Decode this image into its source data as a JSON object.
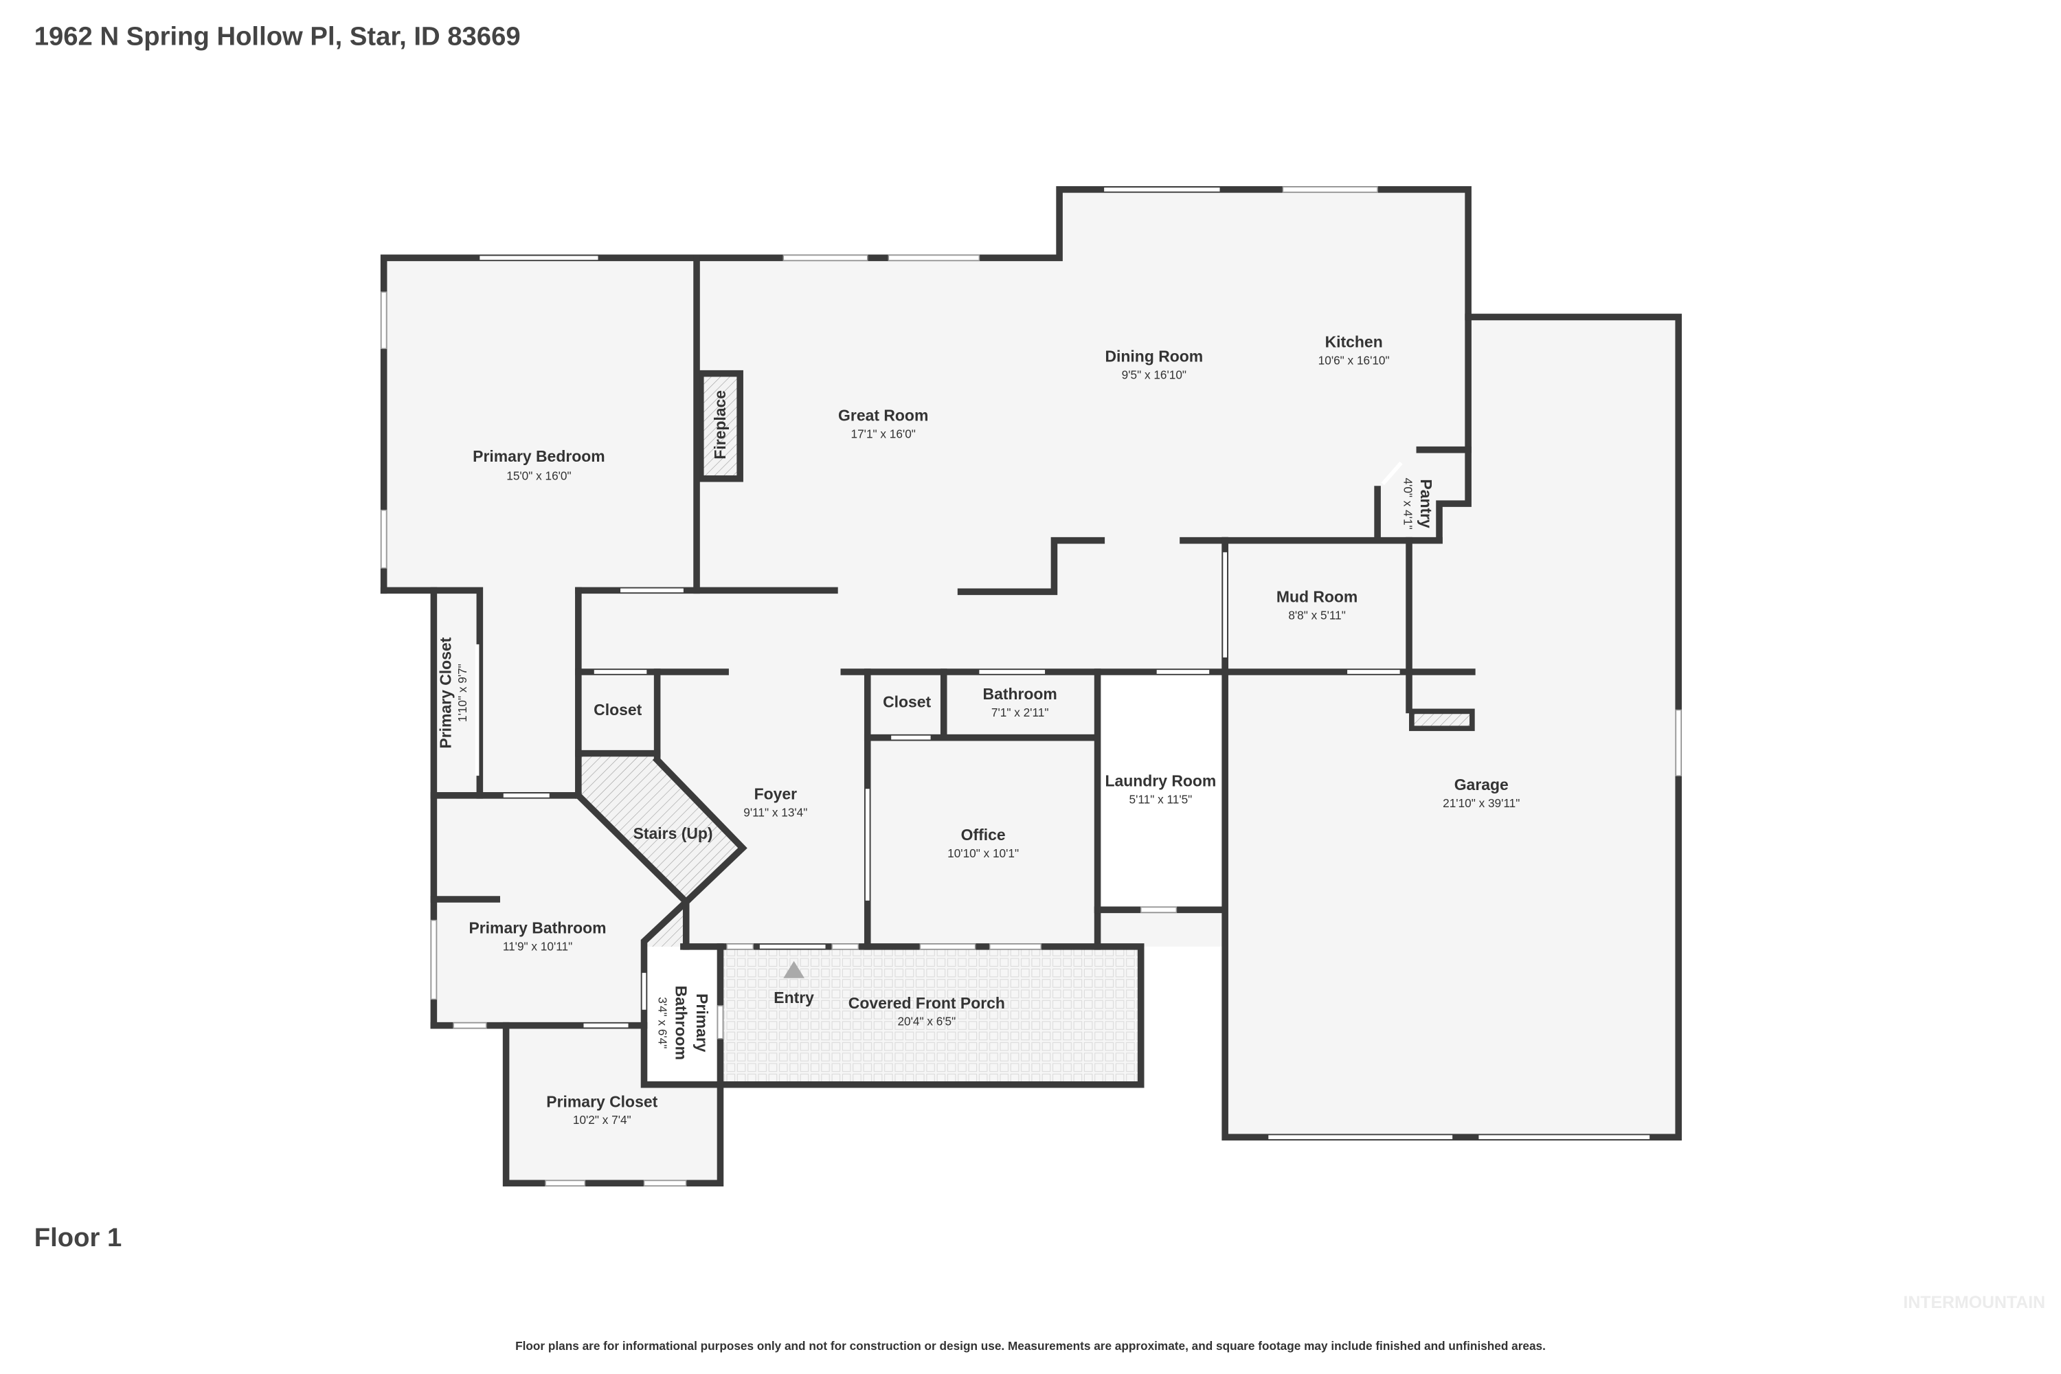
{
  "title": "1962 N Spring Hollow Pl, Star, ID 83669",
  "floor_label": "Floor 1",
  "disclaimer": "Floor plans are for informational purposes only and not for construction or design use. Measurements are approximate, and square footage may include finished and unfinished areas.",
  "watermark": "INTERMOUNTAIN",
  "colors": {
    "wall": "#3b3b3b",
    "floor": "#f5f5f5",
    "text": "#333333"
  },
  "rooms": {
    "primary_bedroom": {
      "name": "Primary Bedroom",
      "dims": "15'0\" x 16'0\""
    },
    "great_room": {
      "name": "Great Room",
      "dims": "17'1\" x 16'0\""
    },
    "fireplace": {
      "name": "Fireplace"
    },
    "dining_room": {
      "name": "Dining Room",
      "dims": "9'5\" x 16'10\""
    },
    "kitchen": {
      "name": "Kitchen",
      "dims": "10'6\" x 16'10\""
    },
    "pantry": {
      "name": "Pantry",
      "dims": "4'0\" x 4'1\""
    },
    "mud_room": {
      "name": "Mud Room",
      "dims": "8'8\" x 5'11\""
    },
    "garage": {
      "name": "Garage",
      "dims": "21'10\" x 39'11\""
    },
    "primary_closet_small": {
      "name": "Primary Closet",
      "dims": "1'10\" x 9'7\""
    },
    "closet_foyer": {
      "name": "Closet"
    },
    "closet_office": {
      "name": "Closet"
    },
    "bathroom": {
      "name": "Bathroom",
      "dims": "7'1\" x 2'11\""
    },
    "foyer": {
      "name": "Foyer",
      "dims": "9'11\" x 13'4\""
    },
    "stairs": {
      "name": "Stairs (Up)"
    },
    "office": {
      "name": "Office",
      "dims": "10'10\" x 10'1\""
    },
    "laundry_room": {
      "name": "Laundry Room",
      "dims": "5'11\" x 11'5\""
    },
    "primary_bathroom": {
      "name": "Primary Bathroom",
      "dims": "11'9\" x 10'11\""
    },
    "primary_bathroom_small": {
      "name": "Primary Bathroom",
      "name_line1": "Primary",
      "name_line2": "Bathroom",
      "dims": "3'4\" x 6'4\""
    },
    "entry": {
      "name": "Entry"
    },
    "covered_front_porch": {
      "name": "Covered Front Porch",
      "dims": "20'4\" x 6'5\""
    },
    "primary_closet": {
      "name": "Primary Closet",
      "dims": "10'2\" x 7'4\""
    }
  }
}
